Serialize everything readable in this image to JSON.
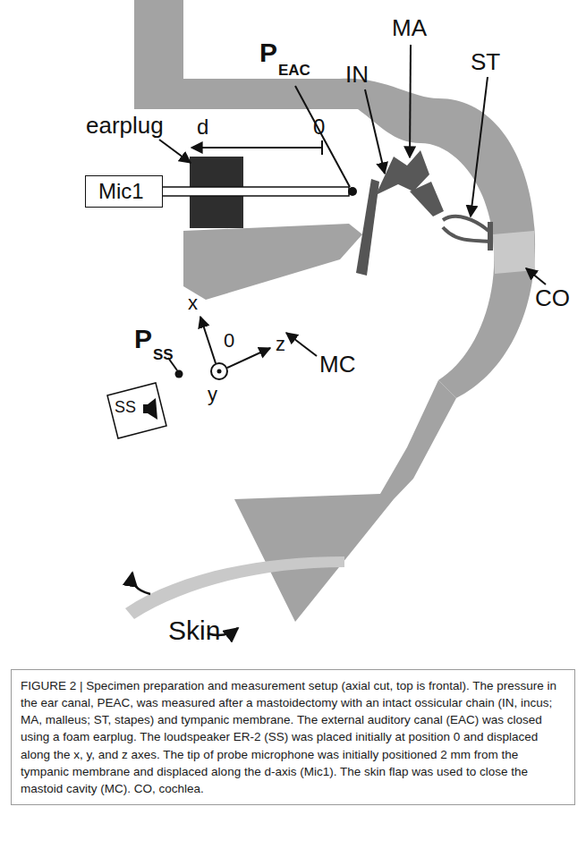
{
  "diagram": {
    "caption": "FIGURE 2 | Specimen preparation and measurement setup (axial cut, top is frontal). The pressure in the ear canal, PEAC, was measured after a mastoidectomy with an intact ossicular chain (IN, incus; MA, malleus; ST, stapes) and tympanic membrane. The external auditory canal (EAC) was closed using a foam earplug. The loudspeaker ER-2 (SS) was placed initially at position 0 and displaced along the x, y, and z axes. The tip of probe microphone was initially positioned 2 mm from the tympanic membrane and displaced along the d-axis (Mic1). The skin flap was used to close the mastoid cavity (MC). CO, cochlea.",
    "nodes": [
      {
        "text": [
          "Mic1"
        ]
      },
      {
        "text": [
          "SS"
        ]
      }
    ],
    "labels": [
      "IN",
      "MA",
      "ST",
      "P",
      "EAC",
      "earplug",
      "d",
      "0",
      "P",
      "SS",
      "x",
      "0",
      "y",
      "z",
      "MC",
      "CO",
      "Skin"
    ]
  }
}
